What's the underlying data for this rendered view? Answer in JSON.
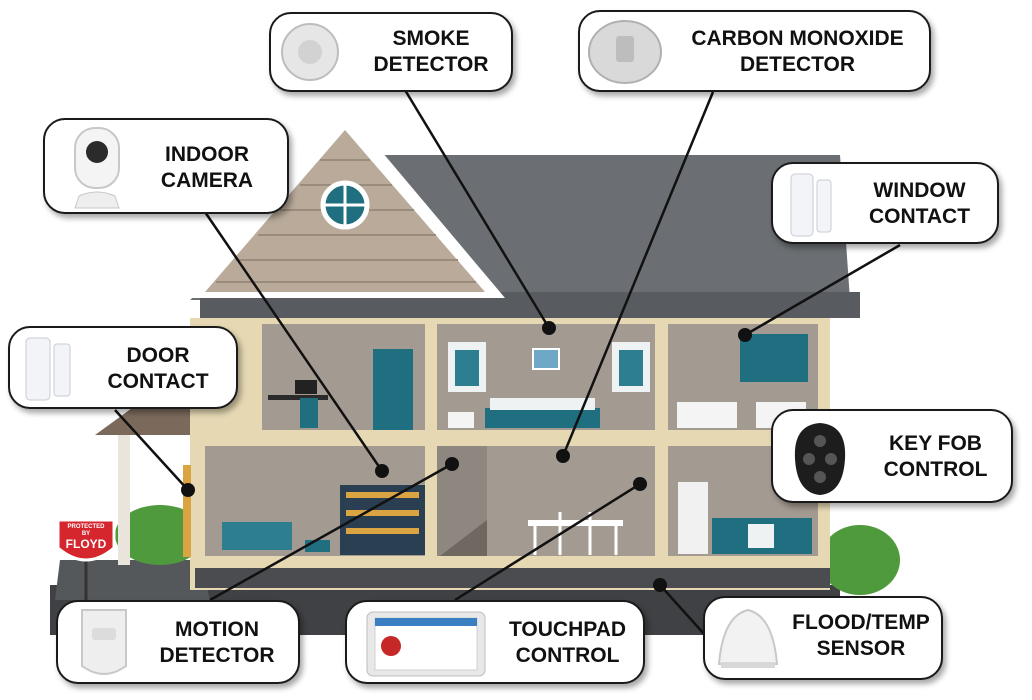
{
  "callouts": {
    "smoke": {
      "line1": "SMOKE",
      "line2": "DETECTOR"
    },
    "co": {
      "line1": "CARBON MONOXIDE",
      "line2": "DETECTOR"
    },
    "camera": {
      "line1": "INDOOR",
      "line2": "CAMERA"
    },
    "window": {
      "line1": "WINDOW",
      "line2": "CONTACT"
    },
    "door": {
      "line1": "DOOR",
      "line2": "CONTACT"
    },
    "keyfob": {
      "line1": "KEY FOB",
      "line2": "CONTROL"
    },
    "motion": {
      "line1": "MOTION",
      "line2": "DETECTOR"
    },
    "touchpad": {
      "line1": "TOUCHPAD",
      "line2": "CONTROL"
    },
    "flood": {
      "line1": "FLOOD/TEMP",
      "line2": "SENSOR"
    }
  },
  "sign": {
    "line1": "PROTECTED",
    "line2": "BY",
    "brand": "FLOYD"
  },
  "colors": {
    "wall": "#a39b92",
    "roof": "#6b6e72",
    "floor": "#e6d8b3",
    "teal": "#1f6f80",
    "outline": "#1a1a1a"
  }
}
